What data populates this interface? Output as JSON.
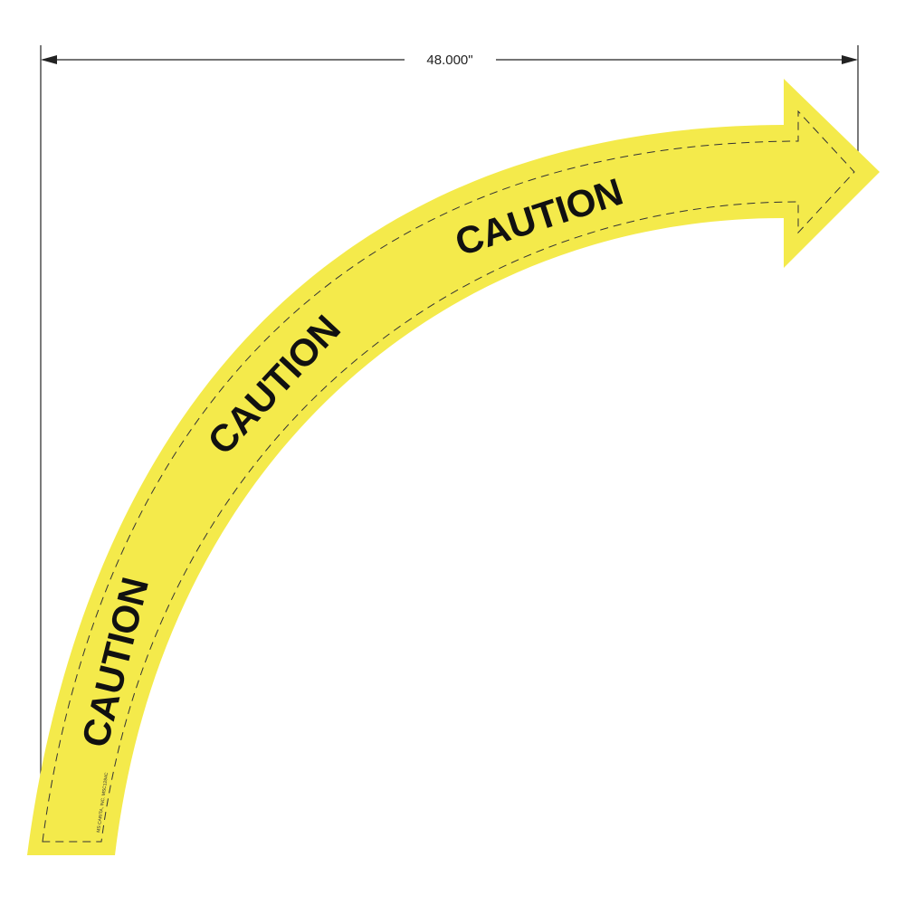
{
  "dimension": {
    "width_label": "48.000\""
  },
  "arrow": {
    "labels": [
      "CAUTION",
      "CAUTION",
      "CAUTION"
    ],
    "fine_print": "MS CARITA, INC. MSC1284C",
    "fill_color": "#f4ea4b",
    "text_color": "#111111"
  }
}
